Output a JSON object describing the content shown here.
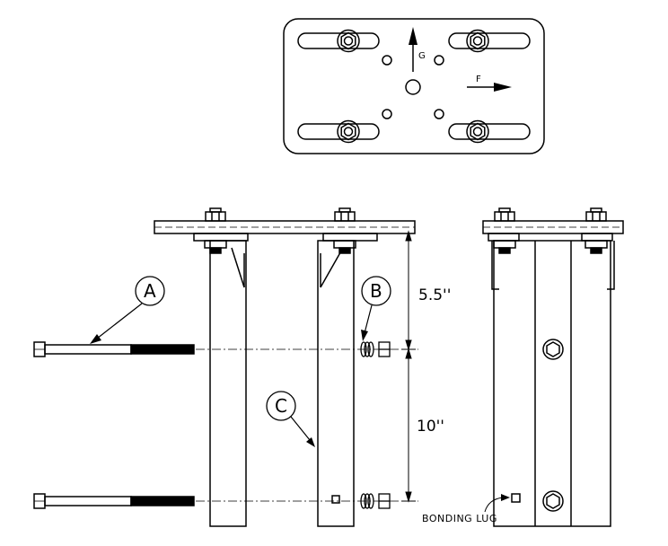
{
  "plate_view": {
    "arrow_g_label": "G",
    "arrow_f_label": "F"
  },
  "callouts": {
    "a": "A",
    "b": "B",
    "c": "C"
  },
  "dimensions": {
    "upper": "5.5''",
    "lower": "10''"
  },
  "notes": {
    "bonding_lug": "BONDING LUG"
  },
  "colors": {
    "line": "#000000",
    "background": "#ffffff"
  }
}
